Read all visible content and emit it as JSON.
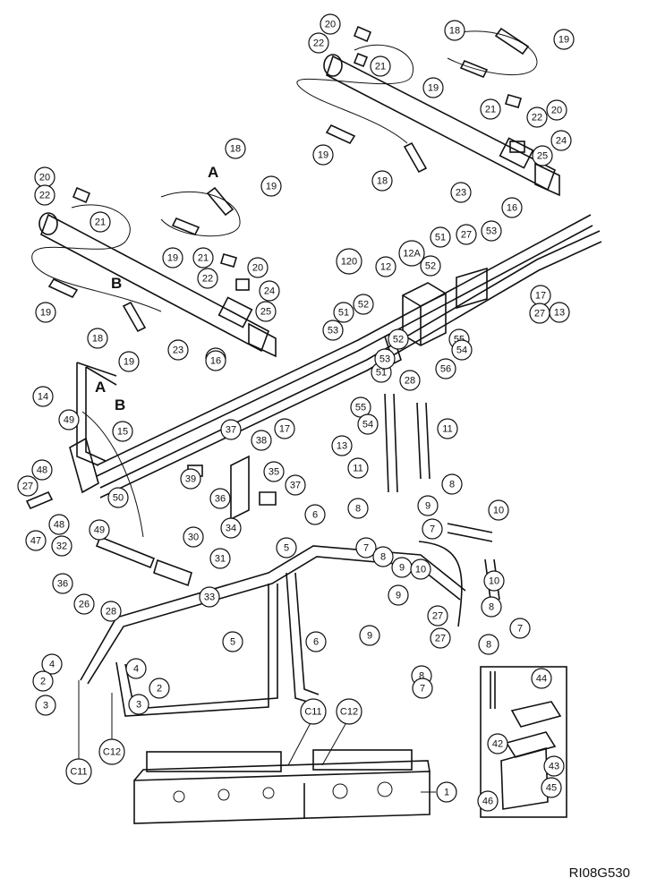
{
  "drawing_id": "RI08G530",
  "callouts": [
    {
      "label": "20"
    },
    {
      "label": "22"
    },
    {
      "label": "21"
    },
    {
      "label": "18"
    },
    {
      "label": "19"
    },
    {
      "label": "19"
    },
    {
      "label": "21"
    },
    {
      "label": "22"
    },
    {
      "label": "20"
    },
    {
      "label": "24"
    },
    {
      "label": "19"
    },
    {
      "label": "25"
    },
    {
      "label": "18"
    },
    {
      "label": "23"
    },
    {
      "label": "16"
    },
    {
      "label": "20"
    },
    {
      "label": "22"
    },
    {
      "label": "21"
    },
    {
      "label": "18"
    },
    {
      "label": "19"
    },
    {
      "label": "19"
    },
    {
      "label": "21"
    },
    {
      "label": "22"
    },
    {
      "label": "20"
    },
    {
      "label": "24"
    },
    {
      "label": "19"
    },
    {
      "label": "25"
    },
    {
      "label": "19"
    },
    {
      "label": "18"
    },
    {
      "label": "23"
    },
    {
      "label": "16"
    },
    {
      "label": "120"
    },
    {
      "label": "12"
    },
    {
      "label": "12A"
    },
    {
      "label": "51"
    },
    {
      "label": "27"
    },
    {
      "label": "53"
    },
    {
      "label": "52"
    },
    {
      "label": "17"
    },
    {
      "label": "13"
    },
    {
      "label": "52"
    },
    {
      "label": "27"
    },
    {
      "label": "51"
    },
    {
      "label": "53"
    },
    {
      "label": "52"
    },
    {
      "label": "55"
    },
    {
      "label": "54"
    },
    {
      "label": "51"
    },
    {
      "label": "53"
    },
    {
      "label": "56"
    },
    {
      "label": "28"
    },
    {
      "label": "55"
    },
    {
      "label": "54"
    },
    {
      "label": "13"
    },
    {
      "label": "11"
    },
    {
      "label": "11"
    },
    {
      "label": "14"
    },
    {
      "label": "15"
    },
    {
      "label": "49"
    },
    {
      "label": "16"
    },
    {
      "label": "17"
    },
    {
      "label": "37"
    },
    {
      "label": "38"
    },
    {
      "label": "39"
    },
    {
      "label": "35"
    },
    {
      "label": "36"
    },
    {
      "label": "37"
    },
    {
      "label": "34"
    },
    {
      "label": "48"
    },
    {
      "label": "27"
    },
    {
      "label": "50"
    },
    {
      "label": "48"
    },
    {
      "label": "49"
    },
    {
      "label": "47"
    },
    {
      "label": "32"
    },
    {
      "label": "30"
    },
    {
      "label": "36"
    },
    {
      "label": "26"
    },
    {
      "label": "28"
    },
    {
      "label": "31"
    },
    {
      "label": "33"
    },
    {
      "label": "6"
    },
    {
      "label": "5"
    },
    {
      "label": "8"
    },
    {
      "label": "9"
    },
    {
      "label": "10"
    },
    {
      "label": "8"
    },
    {
      "label": "7"
    },
    {
      "label": "7"
    },
    {
      "label": "8"
    },
    {
      "label": "9"
    },
    {
      "label": "10"
    },
    {
      "label": "10"
    },
    {
      "label": "9"
    },
    {
      "label": "8"
    },
    {
      "label": "27"
    },
    {
      "label": "7"
    },
    {
      "label": "9"
    },
    {
      "label": "27"
    },
    {
      "label": "8"
    },
    {
      "label": "8"
    },
    {
      "label": "7"
    },
    {
      "label": "5"
    },
    {
      "label": "6"
    },
    {
      "label": "4"
    },
    {
      "label": "4"
    },
    {
      "label": "2"
    },
    {
      "label": "2"
    },
    {
      "label": "3"
    },
    {
      "label": "3"
    },
    {
      "label": "C11"
    },
    {
      "label": "C12"
    },
    {
      "label": "C11"
    },
    {
      "label": "C12"
    },
    {
      "label": "1"
    },
    {
      "label": "44"
    },
    {
      "label": "42"
    },
    {
      "label": "43"
    },
    {
      "label": "45"
    },
    {
      "label": "46"
    }
  ],
  "letters": [
    {
      "label": "A"
    },
    {
      "label": "B"
    },
    {
      "label": "A"
    },
    {
      "label": "B"
    }
  ]
}
